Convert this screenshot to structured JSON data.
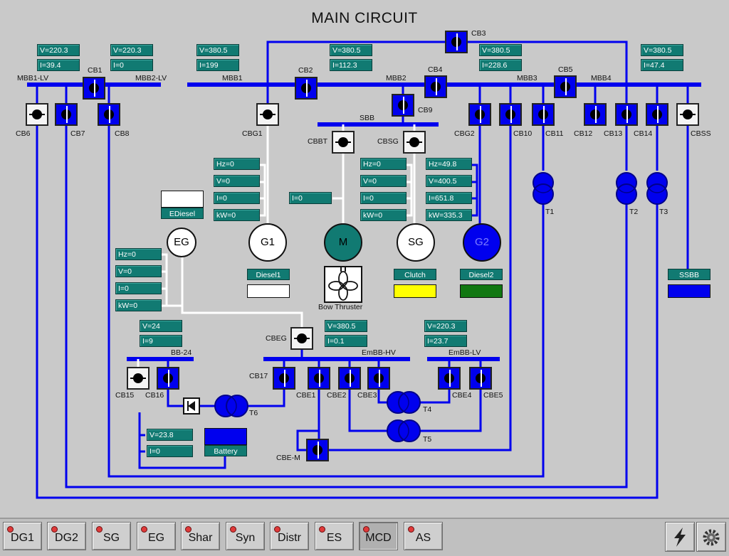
{
  "title": "MAIN CIRCUIT",
  "breakers": {
    "CB1": {
      "label": "CB1",
      "state": "closed"
    },
    "CB2": {
      "label": "CB2",
      "state": "closed"
    },
    "CB3": {
      "label": "CB3",
      "state": "closed"
    },
    "CB4": {
      "label": "CB4",
      "state": "closed"
    },
    "CB5": {
      "label": "CB5",
      "state": "closed"
    },
    "CB6": {
      "label": "CB6",
      "state": "open"
    },
    "CB7": {
      "label": "CB7",
      "state": "closed"
    },
    "CB8": {
      "label": "CB8",
      "state": "closed"
    },
    "CB9": {
      "label": "CB9",
      "state": "closed"
    },
    "CB10": {
      "label": "CB10",
      "state": "closed"
    },
    "CB11": {
      "label": "CB11",
      "state": "closed"
    },
    "CB12": {
      "label": "CB12",
      "state": "closed"
    },
    "CB13": {
      "label": "CB13",
      "state": "closed"
    },
    "CB14": {
      "label": "CB14",
      "state": "closed"
    },
    "CBSS": {
      "label": "CBSS",
      "state": "open"
    },
    "CBG1": {
      "label": "CBG1",
      "state": "open"
    },
    "CBG2": {
      "label": "CBG2",
      "state": "closed"
    },
    "CBBT": {
      "label": "CBBT",
      "state": "open"
    },
    "CBSG": {
      "label": "CBSG",
      "state": "open"
    },
    "CBEG": {
      "label": "CBEG",
      "state": "open"
    },
    "CB15": {
      "label": "CB15",
      "state": "open"
    },
    "CB16": {
      "label": "CB16",
      "state": "closed"
    },
    "CB17": {
      "label": "CB17",
      "state": "closed"
    },
    "CBE1": {
      "label": "CBE1",
      "state": "closed"
    },
    "CBE2": {
      "label": "CBE2",
      "state": "closed"
    },
    "CBE3": {
      "label": "CBE3",
      "state": "closed"
    },
    "CBE4": {
      "label": "CBE4",
      "state": "closed"
    },
    "CBE5": {
      "label": "CBE5",
      "state": "closed"
    },
    "CBEM": {
      "label": "CBE-M",
      "state": "closed"
    }
  },
  "busbars": {
    "mbb1lv": "MBB1-LV",
    "mbb2lv": "MBB2-LV",
    "mbb1": "MBB1",
    "mbb2": "MBB2",
    "mbb3": "MBB3",
    "mbb4": "MBB4",
    "sbb": "SBB",
    "bb24": "BB-24",
    "embbhv": "EmBB-HV",
    "embblv": "EmBB-LV"
  },
  "meters": {
    "mbb1lv_v": "V=220.3",
    "mbb1lv_i": "I=39.4",
    "mbb2lv_v": "V=220.3",
    "mbb2lv_i": "I=0",
    "mbb1_v": "V=380.5",
    "mbb1_i": "I=199",
    "mbb2_v": "V=380.5",
    "mbb2_i": "I=112.3",
    "mbb3_v": "V=380.5",
    "mbb3_i": "I=228.6",
    "mbb4_v": "V=380.5",
    "mbb4_i": "I=47.4",
    "g1_hz": "Hz=0",
    "g1_v": "V=0",
    "g1_i": "I=0",
    "g1_kw": "kW=0",
    "bt_i": "I=0",
    "sg_hz": "Hz=0",
    "sg_v": "V=0",
    "sg_i": "I=0",
    "sg_kw": "kW=0",
    "g2_hz": "Hz=49.8",
    "g2_v": "V=400.5",
    "g2_i": "I=651.8",
    "g2_kw": "kW=335.3",
    "eg_hz": "Hz=0",
    "eg_v": "V=0",
    "eg_i": "I=0",
    "eg_kw": "kW=0",
    "bb24_v": "V=24",
    "bb24_i": "I=9",
    "embbhv_v": "V=380.5",
    "embbhv_i": "I=0.1",
    "embblv_v": "V=220.3",
    "embblv_i": "I=23.7",
    "batt_v": "V=23.8",
    "batt_i": "I=0"
  },
  "machines": {
    "eg": {
      "symbol": "EG",
      "plate": "EDiesel"
    },
    "g1": {
      "symbol": "G1",
      "plate": "Diesel1"
    },
    "m": {
      "symbol": "M",
      "caption": "Bow Thruster"
    },
    "sg": {
      "symbol": "SG",
      "plate": "Clutch"
    },
    "g2": {
      "symbol": "G2",
      "plate": "Diesel2"
    },
    "ssbb": {
      "plate": "SSBB"
    },
    "battery": {
      "plate": "Battery"
    }
  },
  "transformers": {
    "t1": "T1",
    "t2": "T2",
    "t3": "T3",
    "t4": "T4",
    "t5": "T5",
    "t6": "T6"
  },
  "colors": {
    "energized": "#0000ee",
    "deenergized": "#ffffff",
    "meter": "#117a72",
    "background": "#c9c9c9",
    "clutch": "#ffff00",
    "diesel2": "#117711"
  },
  "taskbar": {
    "tabs": [
      {
        "label": "DG1",
        "active": false
      },
      {
        "label": "DG2",
        "active": false
      },
      {
        "label": "SG",
        "active": false
      },
      {
        "label": "EG",
        "active": false
      },
      {
        "label": "Shar",
        "active": false
      },
      {
        "label": "Syn",
        "active": false
      },
      {
        "label": "Distr",
        "active": false
      },
      {
        "label": "ES",
        "active": false
      },
      {
        "label": "MCD",
        "active": true
      },
      {
        "label": "AS",
        "active": false
      }
    ],
    "tools": [
      {
        "icon": "lightning-icon"
      },
      {
        "icon": "gear-icon"
      }
    ]
  }
}
